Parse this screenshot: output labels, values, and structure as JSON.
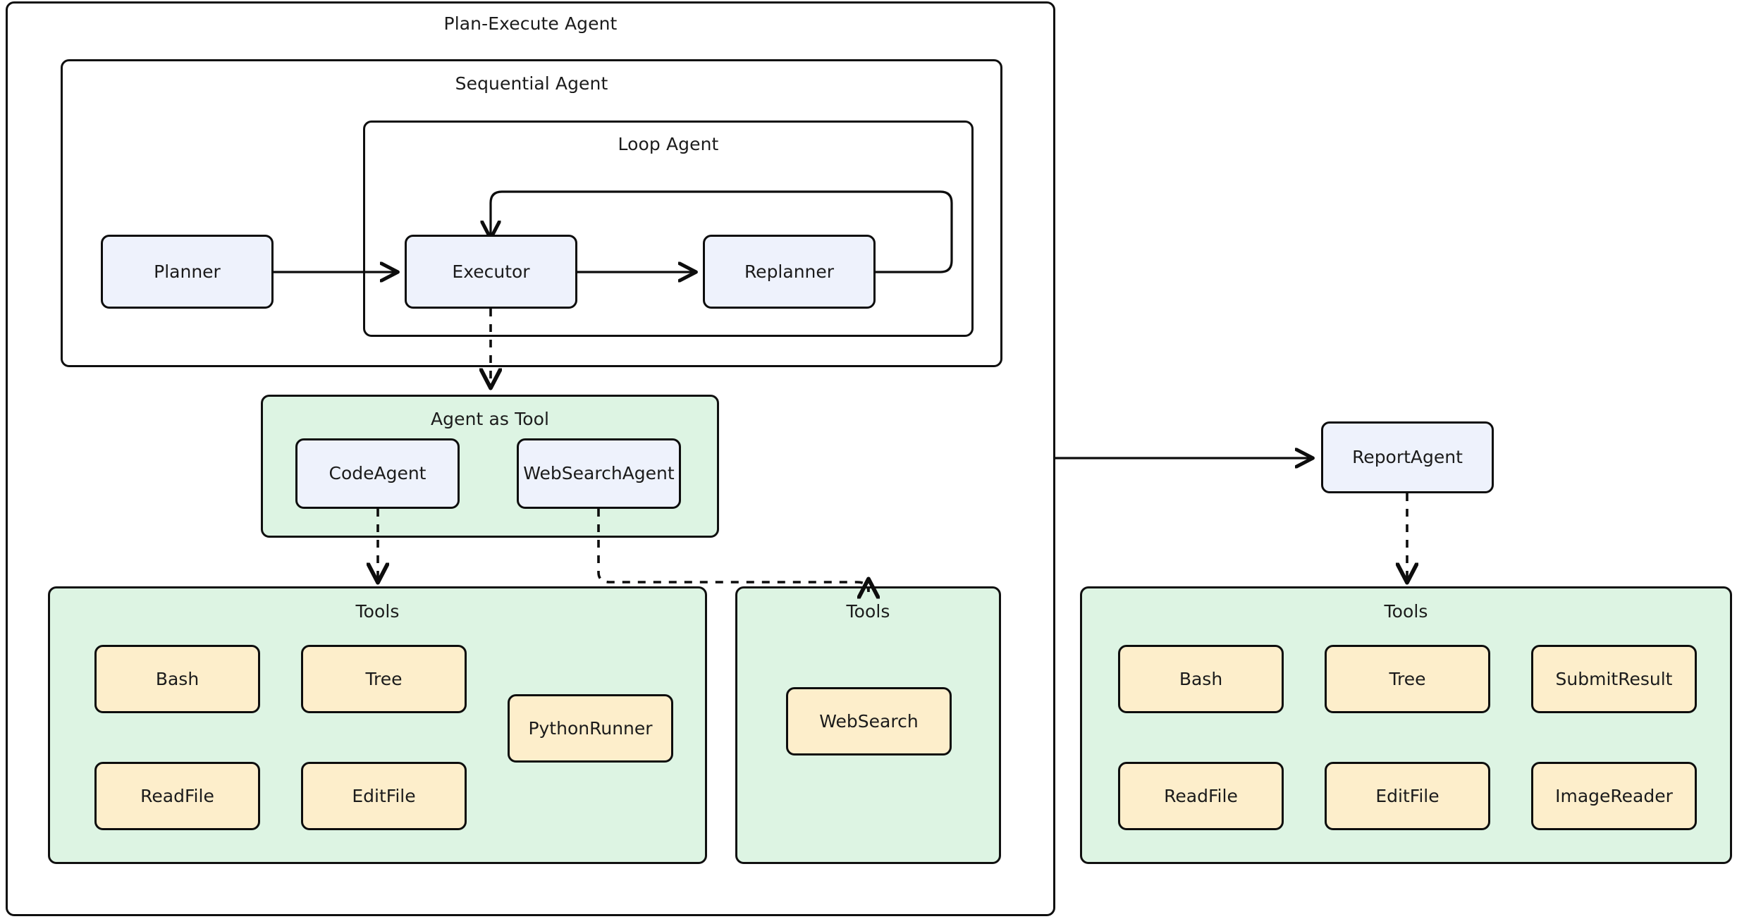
{
  "diagram": {
    "title": "Plan-Execute Agent",
    "type": "architecture-flow",
    "colors": {
      "agent_fill": "#eef2fc",
      "group_fill": "#ddf4e3",
      "tool_fill": "#fdeecb",
      "stroke": "#0d0d0d",
      "background": "#ffffff"
    }
  },
  "containers": {
    "plan_execute_agent": {
      "label": "Plan-Execute Agent"
    },
    "sequential_agent": {
      "label": "Sequential Agent"
    },
    "loop_agent": {
      "label": "Loop Agent"
    },
    "agent_as_tool": {
      "label": "Agent as Tool"
    },
    "tools_code": {
      "label": "Tools"
    },
    "tools_websearch": {
      "label": "Tools"
    },
    "tools_report": {
      "label": "Tools"
    }
  },
  "nodes": {
    "planner": {
      "label": "Planner"
    },
    "executor": {
      "label": "Executor"
    },
    "replanner": {
      "label": "Replanner"
    },
    "code_agent": {
      "label": "CodeAgent"
    },
    "web_search_agent": {
      "label": "WebSearchAgent"
    },
    "report_agent": {
      "label": "ReportAgent"
    }
  },
  "tools": {
    "code_tools": [
      {
        "label": "Bash"
      },
      {
        "label": "Tree"
      },
      {
        "label": "PythonRunner"
      },
      {
        "label": "ReadFile"
      },
      {
        "label": "EditFile"
      }
    ],
    "websearch_tools": [
      {
        "label": "WebSearch"
      }
    ],
    "report_tools": [
      {
        "label": "Bash"
      },
      {
        "label": "Tree"
      },
      {
        "label": "SubmitResult"
      },
      {
        "label": "ReadFile"
      },
      {
        "label": "EditFile"
      },
      {
        "label": "ImageReader"
      }
    ]
  },
  "edges": [
    {
      "from": "planner",
      "to": "executor",
      "style": "solid",
      "arrow": "single"
    },
    {
      "from": "executor",
      "to": "replanner",
      "style": "solid",
      "arrow": "single"
    },
    {
      "from": "replanner",
      "to": "executor",
      "style": "solid",
      "arrow": "single",
      "routing": "loop-back"
    },
    {
      "from": "executor",
      "to": "agent_as_tool",
      "style": "dashed",
      "arrow": "single"
    },
    {
      "from": "code_agent",
      "to": "tools_code",
      "style": "dashed",
      "arrow": "single"
    },
    {
      "from": "web_search_agent",
      "to": "tools_websearch",
      "style": "dashed",
      "arrow": "single"
    },
    {
      "from": "plan_execute_agent",
      "to": "report_agent",
      "style": "solid",
      "arrow": "single"
    },
    {
      "from": "report_agent",
      "to": "tools_report",
      "style": "dashed",
      "arrow": "single"
    }
  ]
}
